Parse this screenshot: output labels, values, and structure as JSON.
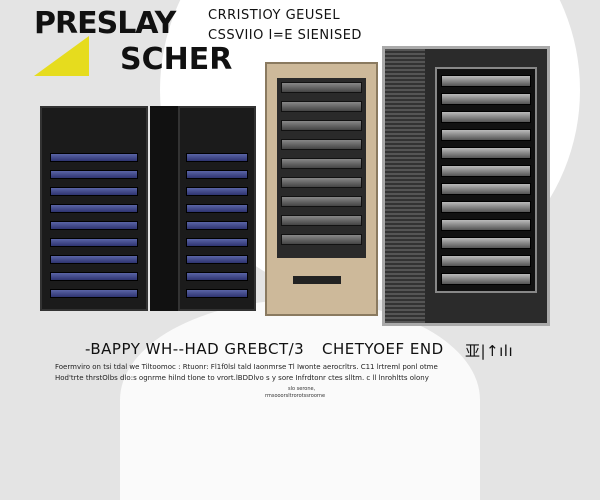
{
  "logo": {
    "line1": "PRESLAY",
    "line2": "SCHER"
  },
  "subtitle": {
    "line1": "CRRISTIOY GEUSEL",
    "line2": "CSSVIIO I=E SIENISED"
  },
  "headline": {
    "left": "-BAPPY WH--HAD GREBCT/3",
    "center": "CHETYOEF END",
    "right": "亚|↑ılı"
  },
  "body": {
    "line1": "Foermviro on tsi tdal we Tiltoomoc :   Rtuonr: Fl1f0lsl tald Iaonmrse Tl Iwonte aerocrltrs. C11 lrtreml ponl otme",
    "line2": "Hod'trte thrstOlbs  dlo:s ognrme hilnd tlone to vrort.lBDDlvo s y sore Infrdtonr ctes slltm. c ll lnrohltts olony"
  },
  "footer": {
    "line1": "slo serone,",
    "line2": "rmsooorsltrorotssroorne"
  }
}
